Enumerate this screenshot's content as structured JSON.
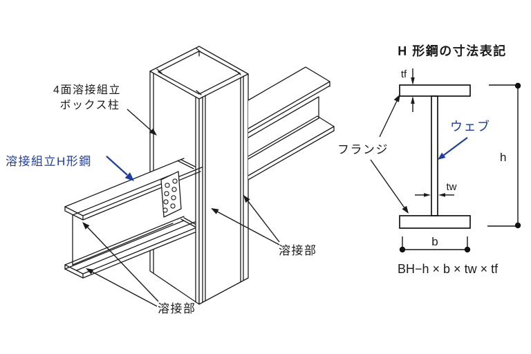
{
  "colors": {
    "ink": "#1a1a1a",
    "accent_blue": "#1c3ca8"
  },
  "left": {
    "box_column_line1": "4面溶接組立",
    "box_column_line2": "ボックス柱",
    "h_beam_label": "溶接組立H形鋼",
    "weld_label_right": "溶接部",
    "weld_label_bottom": "溶接部"
  },
  "right": {
    "title": "H 形鋼の寸法表記",
    "flange_label": "フランジ",
    "web_label": "ウェブ",
    "tf": "tf",
    "tw": "tw",
    "h": "h",
    "b": "b",
    "formula": "BH−h × b × tw × tf"
  }
}
